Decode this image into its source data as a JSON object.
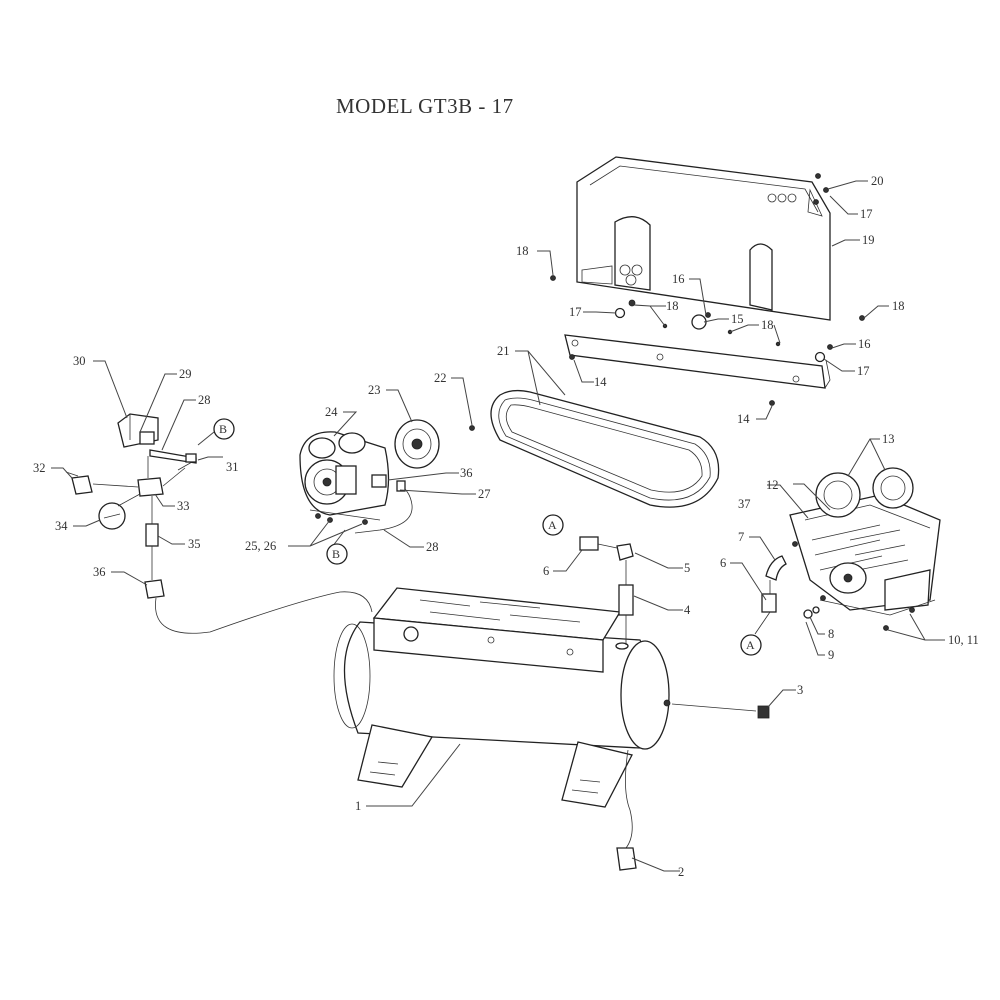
{
  "title": "MODEL  GT3B - 17",
  "callouts": {
    "c1": "1",
    "c2": "2",
    "c3": "3",
    "c4": "4",
    "c5": "5",
    "c6a": "6",
    "c6b": "6",
    "c7": "7",
    "c8": "8",
    "c9": "9",
    "c10": "10, 11",
    "c12": "12",
    "c13": "13",
    "c14a": "14",
    "c14b": "14",
    "c15": "15",
    "c16a": "16",
    "c16b": "16",
    "c17a": "17",
    "c17b": "17",
    "c17c": "17",
    "c18a": "18",
    "c18b": "18",
    "c18c": "18",
    "c18d": "18",
    "c19": "19",
    "c20": "20",
    "c21": "21",
    "c22": "22",
    "c23": "23",
    "c24": "24",
    "c2526": "25, 26",
    "c27": "27",
    "c28a": "28",
    "c28b": "28",
    "c29": "29",
    "c30": "30",
    "c31": "31",
    "c32": "32",
    "c33": "33",
    "c34": "34",
    "c35": "35",
    "c36a": "36",
    "c36b": "36",
    "c37": "37"
  },
  "connectors": {
    "a1": "A",
    "a2": "A",
    "b1": "B",
    "b2": "B"
  }
}
